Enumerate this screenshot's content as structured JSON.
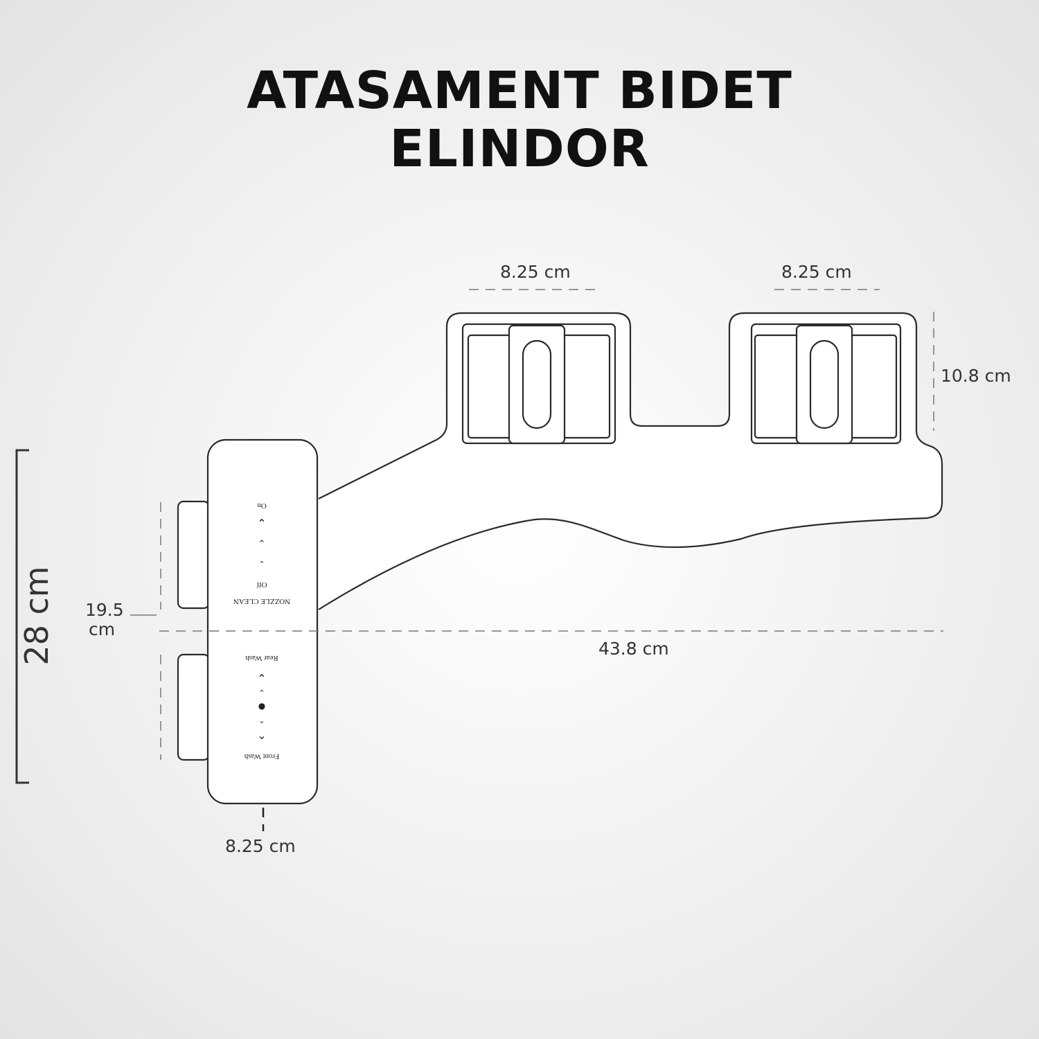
{
  "title": {
    "line1": "ATASAMENT BIDET",
    "line2": "ELINDOR"
  },
  "dimensions": {
    "left_plate_width": "8.25 cm",
    "right_plate_width": "8.25 cm",
    "plate_height": "10.8 cm",
    "total_height": "28 cm",
    "panel_offset_value": "19.5",
    "panel_offset_unit": "cm",
    "total_length": "43.8 cm",
    "panel_width": "8.25 cm"
  },
  "control_panel": {
    "on_label": "On",
    "off_label": "Off",
    "nozzle_clean_label": "NOZZLE CLEAN",
    "rear_wash_label": "Rear Wash",
    "front_wash_label": "Front Wash"
  },
  "colors": {
    "outline": "#2a2a2a",
    "dim_line": "#777777"
  }
}
